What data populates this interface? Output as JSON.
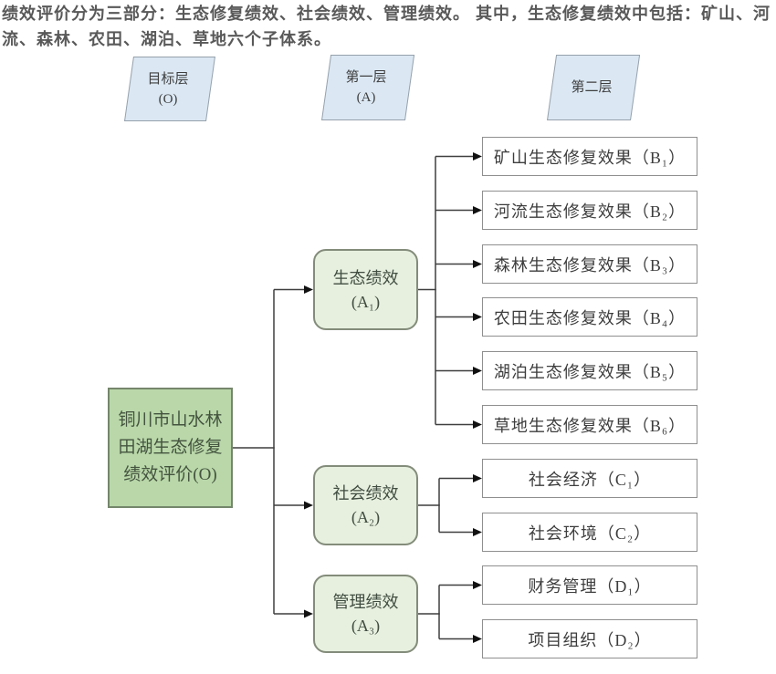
{
  "header": {
    "text": "绩效评价分为三部分：生态修复绩效、社会绩效、管理绩效。 其中，生态修复绩效中包括：矿山、河流、森林、农田、湖泊、草地六个子体系。"
  },
  "legend": {
    "levels": [
      {
        "id": "O",
        "label": "目标层\n(O)"
      },
      {
        "id": "A",
        "label": "第一层\n(A)"
      },
      {
        "id": "B",
        "label": "第二层"
      }
    ]
  },
  "diagram": {
    "root": {
      "label": "铜川市山水林\n田湖生态修复\n绩效评价(O)"
    },
    "level1": [
      {
        "id": "A1",
        "label": "生态绩效\n(A₁)"
      },
      {
        "id": "A2",
        "label": "社会绩效\n(A₂)"
      },
      {
        "id": "A3",
        "label": "管理绩效\n(A₃)"
      }
    ],
    "level2": [
      {
        "id": "B1",
        "label": "矿山生态修复效果（B₁）"
      },
      {
        "id": "B2",
        "label": "河流生态修复效果（B₂）"
      },
      {
        "id": "B3",
        "label": "森林生态修复效果（B₃）"
      },
      {
        "id": "B4",
        "label": "农田生态修复效果（B₄）"
      },
      {
        "id": "B5",
        "label": "湖泊生态修复效果（B₅）"
      },
      {
        "id": "B6",
        "label": "草地生态修复效果（B₆）"
      },
      {
        "id": "C1",
        "label": "社会经济（C₁）"
      },
      {
        "id": "C2",
        "label": "社会环境（C₂）"
      },
      {
        "id": "D1",
        "label": "财务管理（D₁）"
      },
      {
        "id": "D2",
        "label": "项目组织（D₂）"
      }
    ]
  },
  "colors": {
    "legend_fill": "#dbe8f4",
    "root_fill": "#b9d7a9",
    "branch_fill": "#e7f0df",
    "box_fill": "#ffffff",
    "connector_line": "#3f3f3f",
    "arrowhead": "#111111",
    "header_text": "#595959"
  }
}
